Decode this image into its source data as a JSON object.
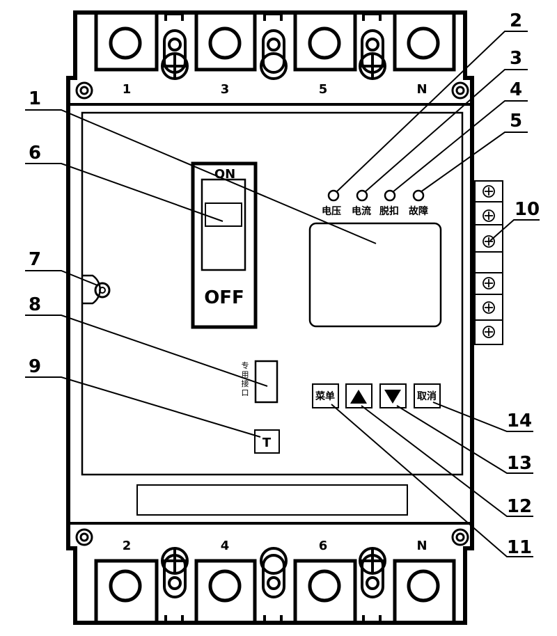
{
  "top_terminals": [
    "1",
    "3",
    "5",
    "N"
  ],
  "bottom_terminals": [
    "2",
    "4",
    "6",
    "N"
  ],
  "switch": {
    "on_label": "ON",
    "off_label": "OFF"
  },
  "indicators": [
    "电压",
    "电流",
    "脱扣",
    "故障"
  ],
  "port_label": [
    "专",
    "用",
    "接",
    "口"
  ],
  "test_button": "T",
  "buttons": {
    "menu": "菜单",
    "up": "▲",
    "down": "▼",
    "cancel": "取消"
  },
  "callouts": [
    "1",
    "2",
    "3",
    "4",
    "5",
    "6",
    "7",
    "8",
    "9",
    "10",
    "11",
    "12",
    "13",
    "14"
  ]
}
